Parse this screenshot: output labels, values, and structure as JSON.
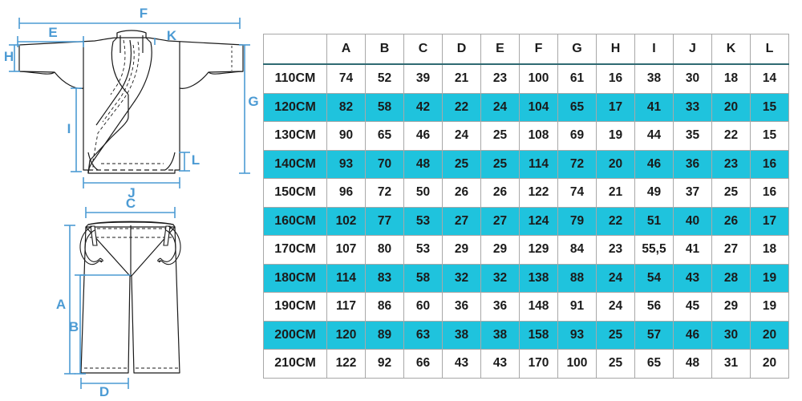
{
  "diagram": {
    "jacket": {
      "name": "karate-jacket-technical-drawing",
      "dimension_labels": [
        "F",
        "E",
        "K",
        "H",
        "G",
        "I",
        "J",
        "L"
      ]
    },
    "pants": {
      "name": "karate-pants-technical-drawing",
      "dimension_labels": [
        "C",
        "A",
        "B",
        "D"
      ]
    },
    "colors": {
      "dimension_line": "#4c9bd4",
      "outline": "#1a1a1a"
    }
  },
  "table": {
    "name": "size-chart-table",
    "corner_header": "",
    "columns": [
      "A",
      "B",
      "C",
      "D",
      "E",
      "F",
      "G",
      "H",
      "I",
      "J",
      "K",
      "L"
    ],
    "highlight_color": "#1fc3dd",
    "rows": [
      {
        "size": "110CM",
        "values": [
          "74",
          "52",
          "39",
          "21",
          "23",
          "100",
          "61",
          "16",
          "38",
          "30",
          "18",
          "14"
        ],
        "highlighted": false
      },
      {
        "size": "120CM",
        "values": [
          "82",
          "58",
          "42",
          "22",
          "24",
          "104",
          "65",
          "17",
          "41",
          "33",
          "20",
          "15"
        ],
        "highlighted": true
      },
      {
        "size": "130CM",
        "values": [
          "90",
          "65",
          "46",
          "24",
          "25",
          "108",
          "69",
          "19",
          "44",
          "35",
          "22",
          "15"
        ],
        "highlighted": false
      },
      {
        "size": "140CM",
        "values": [
          "93",
          "70",
          "48",
          "25",
          "25",
          "114",
          "72",
          "20",
          "46",
          "36",
          "23",
          "16"
        ],
        "highlighted": true
      },
      {
        "size": "150CM",
        "values": [
          "96",
          "72",
          "50",
          "26",
          "26",
          "122",
          "74",
          "21",
          "49",
          "37",
          "25",
          "16"
        ],
        "highlighted": false
      },
      {
        "size": "160CM",
        "values": [
          "102",
          "77",
          "53",
          "27",
          "27",
          "124",
          "79",
          "22",
          "51",
          "40",
          "26",
          "17"
        ],
        "highlighted": true
      },
      {
        "size": "170CM",
        "values": [
          "107",
          "80",
          "53",
          "29",
          "29",
          "129",
          "84",
          "23",
          "55,5",
          "41",
          "27",
          "18"
        ],
        "highlighted": false
      },
      {
        "size": "180CM",
        "values": [
          "114",
          "83",
          "58",
          "32",
          "32",
          "138",
          "88",
          "24",
          "54",
          "43",
          "28",
          "19"
        ],
        "highlighted": true
      },
      {
        "size": "190CM",
        "values": [
          "117",
          "86",
          "60",
          "36",
          "36",
          "148",
          "91",
          "24",
          "56",
          "45",
          "29",
          "19"
        ],
        "highlighted": false
      },
      {
        "size": "200CM",
        "values": [
          "120",
          "89",
          "63",
          "38",
          "38",
          "158",
          "93",
          "25",
          "57",
          "46",
          "30",
          "20"
        ],
        "highlighted": true
      },
      {
        "size": "210CM",
        "values": [
          "122",
          "92",
          "66",
          "43",
          "43",
          "170",
          "100",
          "25",
          "65",
          "48",
          "31",
          "20"
        ],
        "highlighted": false
      }
    ]
  }
}
